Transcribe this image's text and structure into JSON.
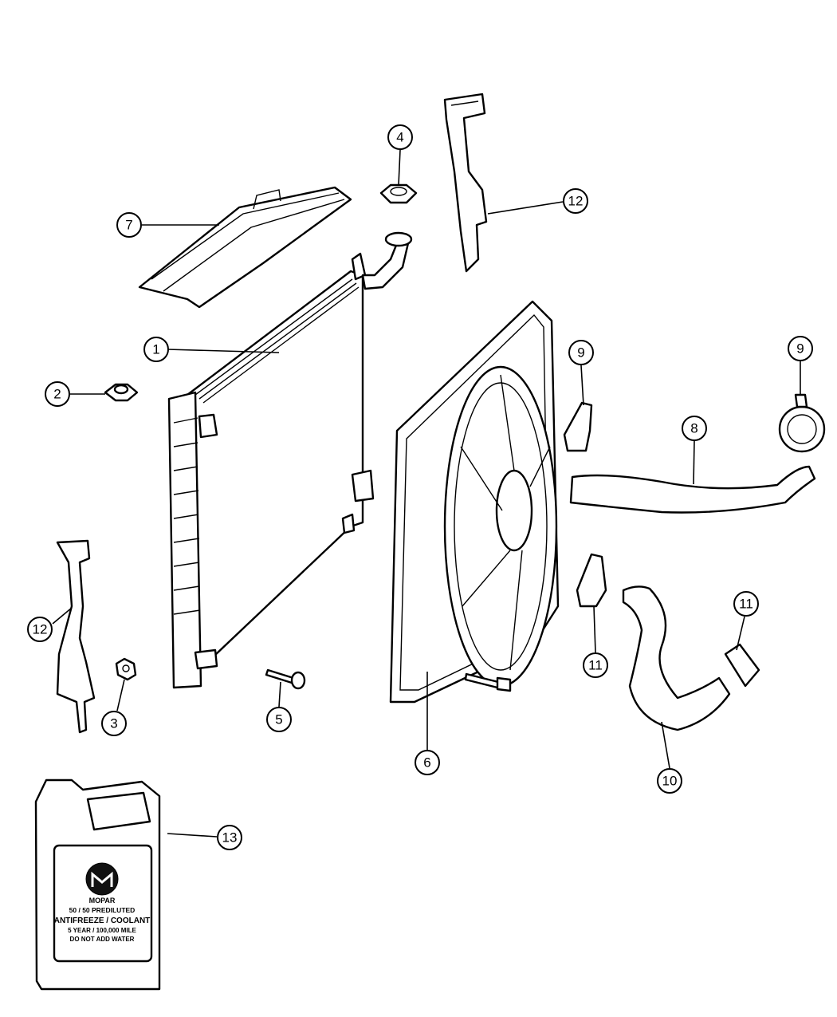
{
  "callouts": [
    "1",
    "2",
    "3",
    "4",
    "5",
    "6",
    "7",
    "8",
    "9",
    "9",
    "10",
    "11",
    "11",
    "12",
    "12",
    "13"
  ],
  "jug_label": {
    "brand": "MOPAR",
    "line1": "50 / 50 PREDILUTED",
    "line2": "ANTIFREEZE / COOLANT",
    "line3": "5 YEAR / 100,000 MILE",
    "line4": "DO NOT ADD WATER"
  }
}
